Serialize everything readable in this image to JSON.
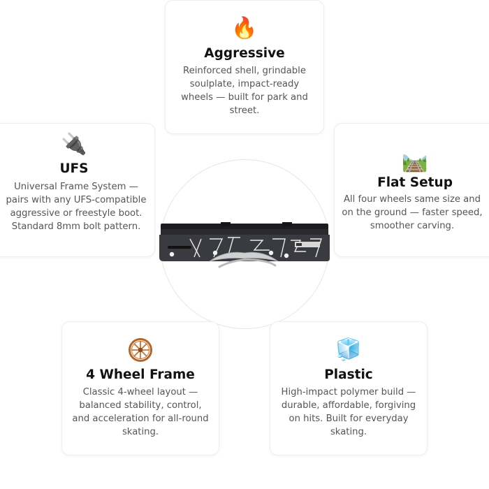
{
  "features": {
    "aggressive": {
      "icon": "fire-icon",
      "emoji": "🔥",
      "title": "Aggressive",
      "description": "Reinforced shell, grindable soulplate, impact-ready wheels — built for park and street."
    },
    "ufs": {
      "icon": "plug-icon",
      "emoji": "🔌",
      "title": "UFS",
      "description": "Universal Frame System — pairs with any UFS-compatible aggressive or freestyle boot. Standard 8mm bolt pattern."
    },
    "flat_setup": {
      "icon": "railway-track-icon",
      "emoji": "🛤️",
      "title": "Flat Setup",
      "description": "All four wheels same size and on the ground — faster speed, smoother carving."
    },
    "four_wheel_frame": {
      "icon": "wagon-wheel-icon",
      "emoji": "☸",
      "title": "4 Wheel Frame",
      "description": "Classic 4-wheel layout — balanced stability, control, and acceleration for all-round skating."
    },
    "plastic": {
      "icon": "ice-cube-icon",
      "emoji": "🧊",
      "title": "Plastic",
      "description": "High-impact polymer build — durable, affordable, forgiving on hits. Built for everyday skating."
    }
  },
  "product": {
    "image_name": "skate-frame-image"
  },
  "colors": {
    "title": "#111111",
    "text": "#555555",
    "border": "#eeeeee",
    "frame_body": "#3a3b40",
    "frame_top": "#1c1c1f"
  }
}
